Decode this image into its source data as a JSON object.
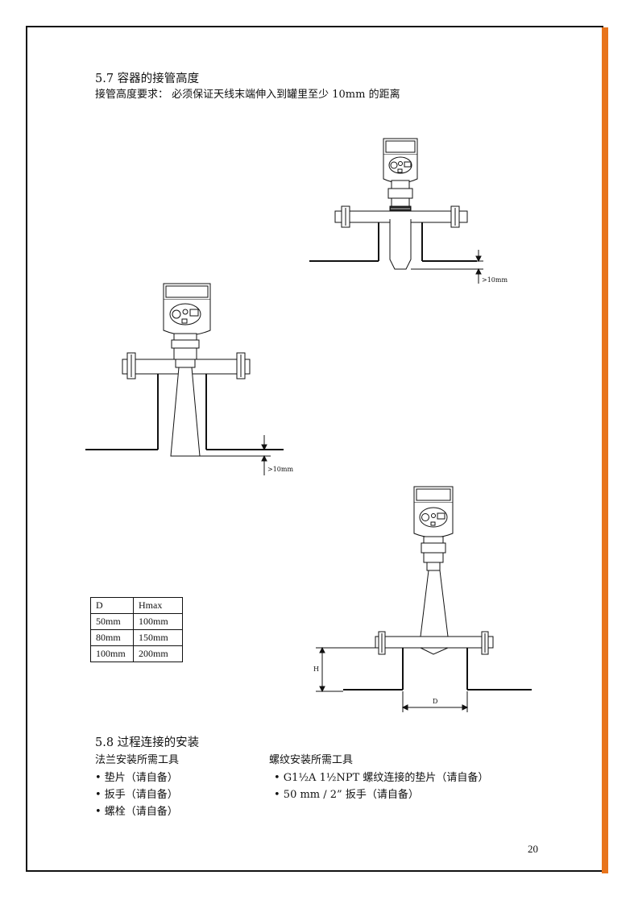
{
  "section57": {
    "title": "5.7 容器的接管高度",
    "requirement": "接管高度要求： 必须保证天线末端伸入到罐里至少 10mm 的距离"
  },
  "figures": {
    "min_label": ">10mm",
    "h_label": "H",
    "d_label": "D"
  },
  "table": {
    "headers": [
      "D",
      "Hmax"
    ],
    "rows": [
      [
        "50mm",
        "100mm"
      ],
      [
        "80mm",
        "150mm"
      ],
      [
        "100mm",
        "200mm"
      ]
    ]
  },
  "section58": {
    "title": "5.8 过程连接的安装",
    "flange_heading": "法兰安装所需工具",
    "flange_items": [
      "• 垫片（请自备）",
      "• 扳手（请自备）",
      "• 螺栓（请自备）"
    ],
    "thread_heading": "螺纹安装所需工具",
    "thread_items": [
      "• G1½A 1½NPT 螺纹连接的垫片（请自备）",
      "• 50 mm / 2” 扳手（请自备）"
    ]
  },
  "page_number": "20",
  "colors": {
    "accent": "#e8741c",
    "ink": "#111111"
  }
}
